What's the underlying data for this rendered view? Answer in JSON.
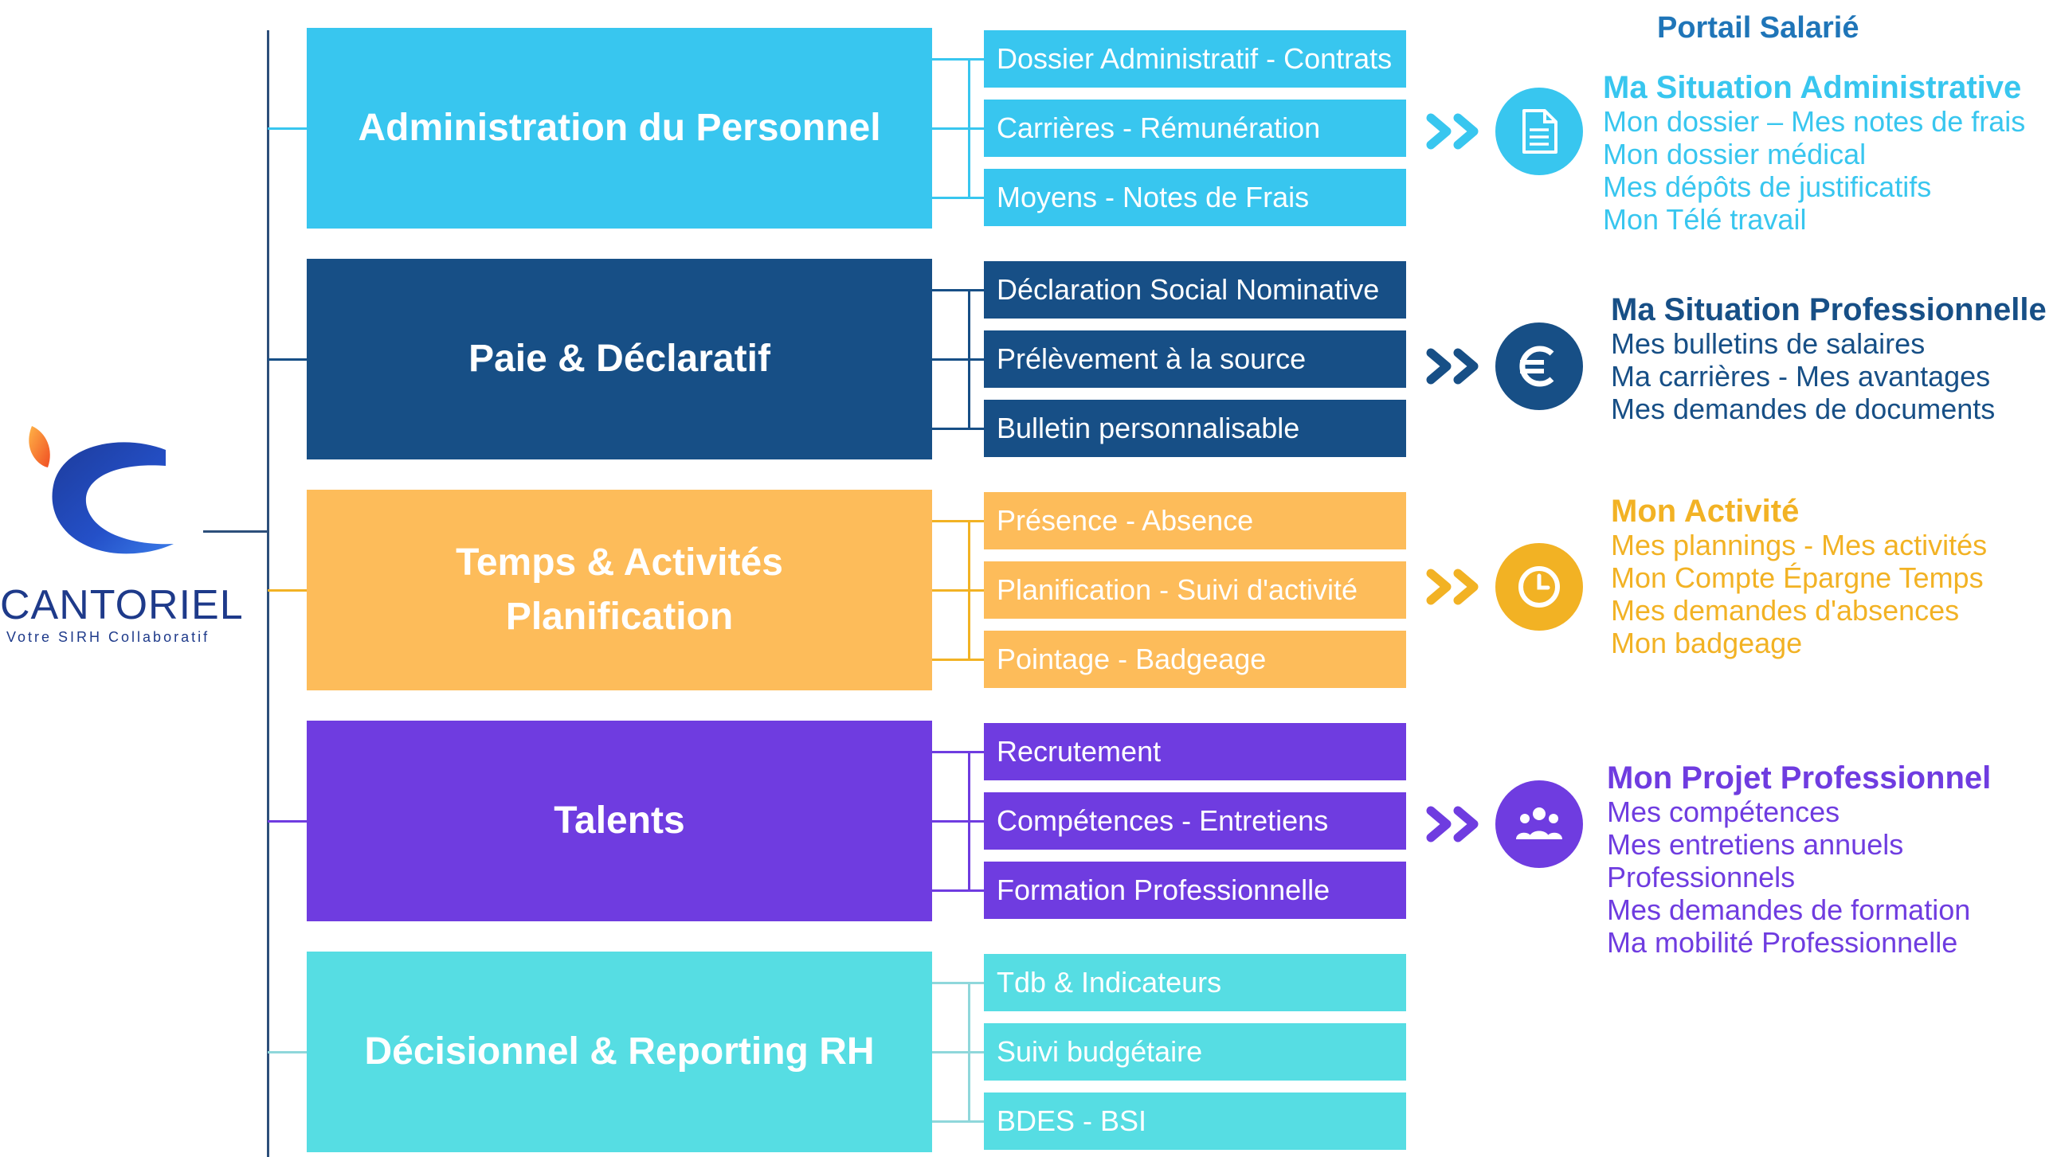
{
  "logo": {
    "name": "CANTORIEL",
    "tagline": "Votre SIRH Collaboratif"
  },
  "portal": {
    "header": "Portail Salarié"
  },
  "modules": [
    {
      "title": "Administration du Personnel",
      "color": "#38c6ef",
      "connector_color": "#38c6ef",
      "subs": [
        "Dossier Administratif - Contrats",
        "Carrières - Rémunération",
        "Moyens - Notes de Frais"
      ]
    },
    {
      "title": "Paie & Déclaratif",
      "color": "#174f86",
      "connector_color": "#174f86",
      "subs": [
        "Déclaration Social Nominative",
        "Prélèvement à la source",
        "Bulletin personnalisable"
      ]
    },
    {
      "title": "Temps & Activités Planification",
      "color": "#fdbc5a",
      "connector_color": "#f2b224",
      "subs": [
        "Présence - Absence",
        "Planification - Suivi d'activité",
        "Pointage - Badgeage"
      ]
    },
    {
      "title": "Talents",
      "color": "#6f3ce0",
      "connector_color": "#6f3ce0",
      "subs": [
        "Recrutement",
        "Compétences - Entretiens",
        "Formation Professionnelle"
      ]
    },
    {
      "title": "Décisionnel & Reporting RH",
      "color": "#56dde3",
      "connector_color": "#8fd7db",
      "subs": [
        "Tdb & Indicateurs",
        "Suivi budgétaire",
        "BDES -  BSI"
      ]
    }
  ],
  "portal_sections": [
    {
      "icon": "document-icon",
      "color": "#38c6ef",
      "title": "Ma Situation Administrative",
      "lines": [
        "Mon dossier – Mes notes de frais",
        "Mon dossier médical",
        "Mes dépôts de justificatifs",
        "Mon Télé travail"
      ]
    },
    {
      "icon": "euro-icon",
      "color": "#174f86",
      "title": "Ma Situation Professionnelle",
      "lines": [
        "Mes bulletins de salaires",
        "Ma carrières - Mes avantages",
        "Mes demandes de documents"
      ]
    },
    {
      "icon": "clock-icon",
      "color": "#f2b224",
      "title": "Mon Activité",
      "lines": [
        "Mes plannings - Mes activités",
        "Mon Compte Épargne Temps",
        "Mes demandes d'absences",
        "Mon badgeage"
      ]
    },
    {
      "icon": "team-icon",
      "color": "#6f3ce0",
      "title": "Mon Projet Professionnel",
      "lines": [
        "Mes compétences",
        "Mes entretiens annuels",
        "Professionnels",
        "Mes demandes de formation",
        "Ma mobilité Professionnelle"
      ]
    }
  ]
}
